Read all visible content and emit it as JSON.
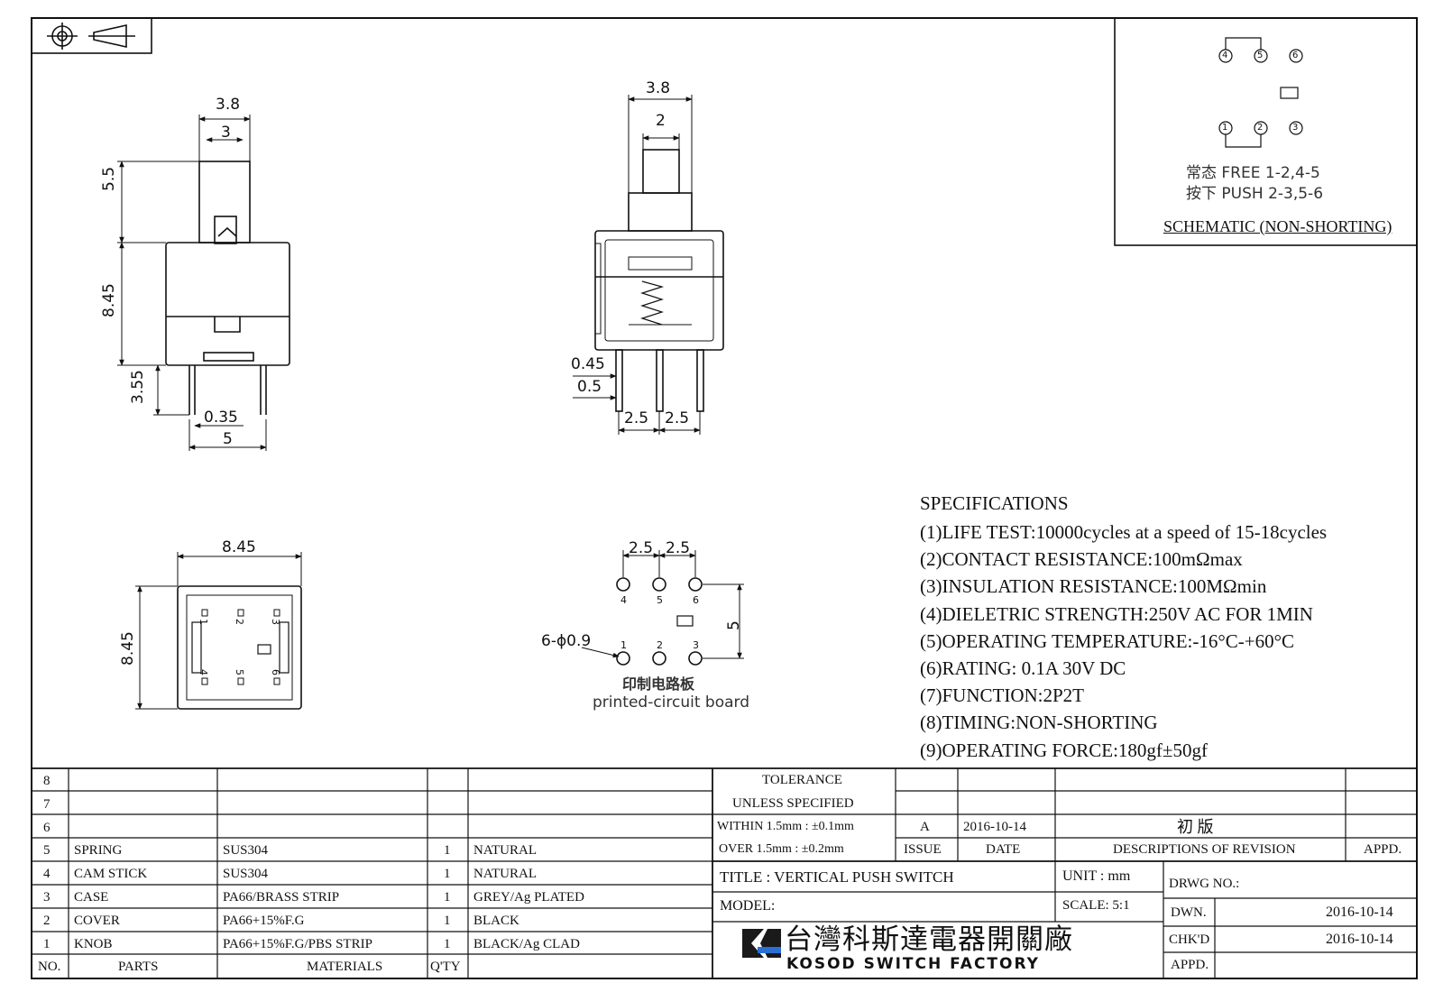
{
  "views": {
    "side": {
      "dim_top_outer": "3.8",
      "dim_top_inner": "3",
      "dim_stem": "5.5",
      "dim_body": "8.45",
      "dim_pin": "3.55",
      "dim_pin_w": "0.35",
      "dim_pin_span": "5"
    },
    "front": {
      "dim_top_outer": "3.8",
      "dim_top_inner": "2",
      "dim_pin_a": "0.45",
      "dim_pin_b": "0.5",
      "dim_pitch_1": "2.5",
      "dim_pitch_2": "2.5"
    },
    "bottom": {
      "dim_w": "8.45",
      "dim_h": "8.45",
      "pins_top": [
        "1",
        "2",
        "3"
      ],
      "pins_bottom": [
        "4",
        "5",
        "6"
      ]
    },
    "pcb": {
      "pitch_1": "2.5",
      "pitch_2": "2.5",
      "row_gap": "5",
      "hole": "6-ϕ0.9",
      "pins_top": [
        "4",
        "5",
        "6"
      ],
      "pins_bottom": [
        "1",
        "2",
        "3"
      ],
      "label_cn": "印制电路板",
      "label_en": "printed-circuit board"
    }
  },
  "schematic": {
    "pins_top": [
      "4",
      "5",
      "6"
    ],
    "pins_bottom": [
      "1",
      "2",
      "3"
    ],
    "line_free": "常态 FREE 1-2,4-5",
    "line_push": "按下 PUSH 2-3,5-6",
    "title": "SCHEMATIC (NON-SHORTING)"
  },
  "specifications": {
    "heading": "SPECIFICATIONS",
    "items": [
      "(1)LIFE TEST:10000cycles at a speed of 15-18cycles",
      "(2)CONTACT RESISTANCE:100mΩmax",
      "(3)INSULATION RESISTANCE:100MΩmin",
      "(4)DIELETRIC STRENGTH:250V AC FOR 1MIN",
      "(5)OPERATING TEMPERATURE:-16°C-+60°C",
      "(6)RATING: 0.1A 30V DC",
      "(7)FUNCTION:2P2T",
      "(8)TIMING:NON-SHORTING",
      "(9)OPERATING FORCE:180gf±50gf"
    ]
  },
  "bom": {
    "header": {
      "no": "NO.",
      "parts": "PARTS",
      "materials": "MATERIALS",
      "qty": "Q'TY"
    },
    "rows": [
      {
        "no": "8",
        "part": "",
        "material": "",
        "qty": "",
        "finish": ""
      },
      {
        "no": "7",
        "part": "",
        "material": "",
        "qty": "",
        "finish": ""
      },
      {
        "no": "6",
        "part": "",
        "material": "",
        "qty": "",
        "finish": ""
      },
      {
        "no": "5",
        "part": "SPRING",
        "material": "SUS304",
        "qty": "1",
        "finish": "NATURAL"
      },
      {
        "no": "4",
        "part": "CAM STICK",
        "material": "SUS304",
        "qty": "1",
        "finish": "NATURAL"
      },
      {
        "no": "3",
        "part": "CASE",
        "material": "PA66/BRASS STRIP",
        "qty": "1",
        "finish": "GREY/Ag PLATED"
      },
      {
        "no": "2",
        "part": "COVER",
        "material": "PA66+15%F.G",
        "qty": "1",
        "finish": "BLACK"
      },
      {
        "no": "1",
        "part": "KNOB",
        "material": "PA66+15%F.G/PBS STRIP",
        "qty": "1",
        "finish": "BLACK/Ag CLAD"
      }
    ]
  },
  "title_block": {
    "tolerance_1": "TOLERANCE",
    "tolerance_2": "UNLESS  SPECIFIED",
    "within": "WITHIN 1.5mm : ±0.1mm",
    "over": "OVER 1.5mm : ±0.2mm",
    "rev_issue": "A",
    "rev_date": "2016-10-14",
    "rev_desc": "初  版",
    "col_issue": "ISSUE",
    "col_date": "DATE",
    "col_desc": "DESCRIPTIONS OF REVISION",
    "col_appd": "APPD.",
    "title": "TITLE :  VERTICAL PUSH SWITCH",
    "unit": "UNIT :  mm",
    "drwg_no": "DRWG NO.:",
    "model": "MODEL:",
    "scale": "SCALE:  5:1",
    "dwn_label": "DWN.",
    "dwn_date": "2016-10-14",
    "chkd_label": "CHK'D",
    "chkd_date": "2016-10-14",
    "appd_label": "APPD.",
    "company_cn": "台灣科斯達電器開關廠",
    "company_en": "KOSOD SWITCH FACTORY"
  }
}
